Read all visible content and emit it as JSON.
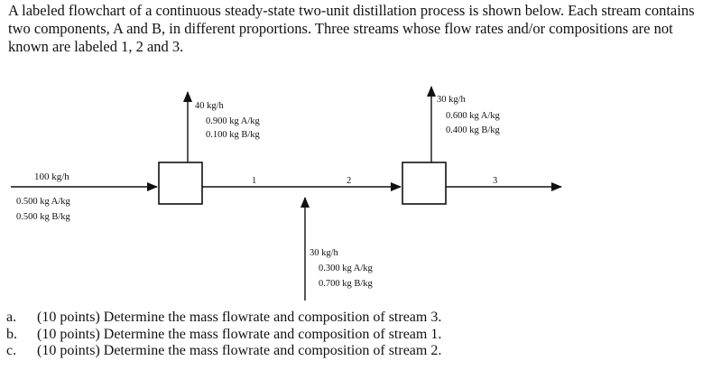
{
  "intro": "A labeled flowchart of a continuous steady-state two-unit distillation process is shown below. Each stream contains two components, A and B, in different proportions. Three streams whose flow rates and/or compositions are not known are labeled 1, 2 and 3.",
  "streams": {
    "feed": {
      "flow": "100 kg/h",
      "comp_a": "0.500 kg A/kg",
      "comp_b": "0.500 kg B/kg"
    },
    "top1": {
      "flow": "40 kg/h",
      "comp_a": "0.900 kg A/kg",
      "comp_b": "0.100 kg B/kg"
    },
    "top2": {
      "flow": "30 kg/h",
      "comp_a": "0.600 kg A/kg",
      "comp_b": "0.400 kg B/kg"
    },
    "mid": {
      "flow": "30 kg/h",
      "comp_a": "0.300 kg A/kg",
      "comp_b": "0.700 kg B/kg"
    },
    "label1": "1",
    "label2": "2",
    "label3": "3"
  },
  "questions": [
    {
      "letter": "a.",
      "text": "(10 points) Determine the mass flowrate and composition of stream 3."
    },
    {
      "letter": "b.",
      "text": "(10 points) Determine the mass flowrate and composition of stream 1."
    },
    {
      "letter": "c.",
      "text": "(10 points) Determine the mass flowrate and composition of stream 2."
    }
  ]
}
